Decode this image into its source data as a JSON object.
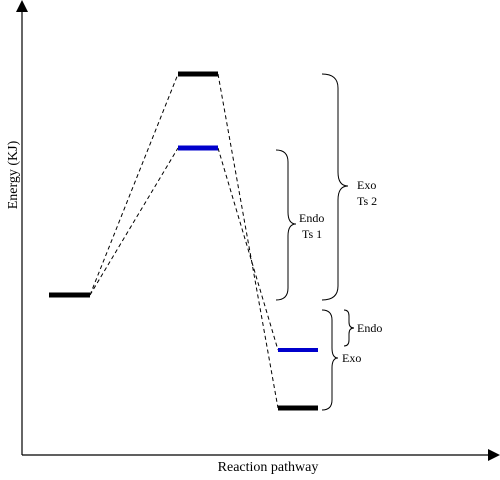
{
  "axes": {
    "y_label": "Energy (KJ)",
    "x_label": "Reaction pathway"
  },
  "colors": {
    "exo": "#000000",
    "endo": "#0000cc"
  },
  "levels": {
    "reactant": "reactant",
    "ts_exo": "exo transition state",
    "ts_endo": "endo transition state",
    "product_endo": "endo product",
    "product_exo": "exo product"
  },
  "brackets": {
    "endo_ts": {
      "line1": "Endo",
      "line2": "Ts 1"
    },
    "exo_ts": {
      "line1": "Exo",
      "line2": "Ts 2"
    },
    "endo_product": {
      "line1": "Endo"
    },
    "exo_product": {
      "line1": "Exo"
    }
  }
}
